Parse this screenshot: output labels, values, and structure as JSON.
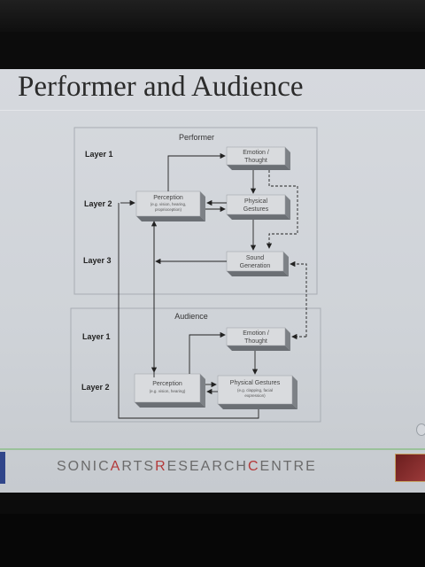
{
  "slide": {
    "title": "Performer and Audience",
    "footer": {
      "parts": [
        {
          "text": "SONIC",
          "highlight": false
        },
        {
          "text": "A",
          "highlight": true
        },
        {
          "text": "RTS",
          "highlight": false
        },
        {
          "text": "R",
          "highlight": true
        },
        {
          "text": "ESEARCH",
          "highlight": false
        },
        {
          "text": "C",
          "highlight": true
        },
        {
          "text": "ENTRE",
          "highlight": false
        }
      ]
    }
  },
  "diagram": {
    "performer": {
      "title": "Performer",
      "layers": [
        "Layer 1",
        "Layer 2",
        "Layer 3"
      ],
      "emotion": [
        "Emotion /",
        "Thought"
      ],
      "perception": "Perception",
      "perception_note": [
        "(e.g. vision, hearing,",
        "proprioception)"
      ],
      "gestures": [
        "Physical",
        "Gestures"
      ],
      "sound": [
        "Sound",
        "Generation"
      ]
    },
    "audience": {
      "title": "Audience",
      "layers": [
        "Layer 1",
        "Layer 2"
      ],
      "emotion": [
        "Emotion /",
        "Thought"
      ],
      "perception": "Perception",
      "perception_note": "(e.g. vision, hearing)",
      "gestures": "Physical Gestures",
      "gestures_note": [
        "(e.g. clapping, facial",
        "expression)"
      ]
    }
  }
}
